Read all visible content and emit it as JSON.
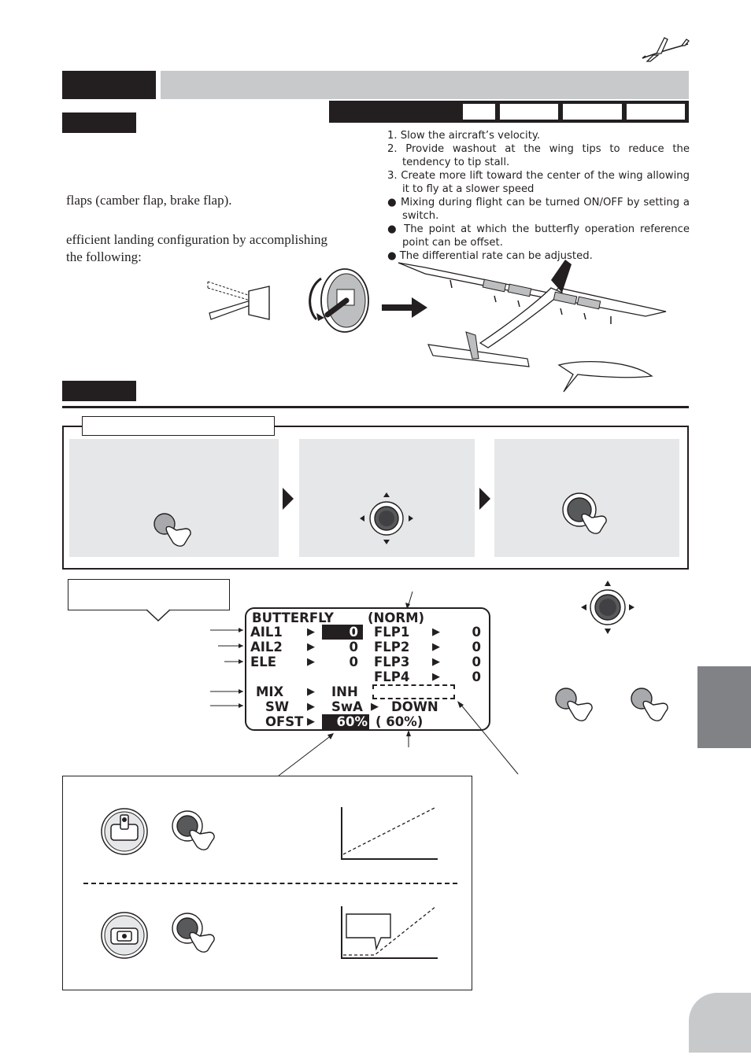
{
  "page": {
    "intro_line1": "flaps (camber flap, brake flap).",
    "intro_line2": "efficient landing configuration by accomplishing",
    "intro_line3": "the following:"
  },
  "features": [
    {
      "text": "1. Slow the aircraft’s velocity."
    },
    {
      "text": "2. Provide washout at the wing tips to reduce the tendency to tip stall."
    },
    {
      "text": "3. Create more lift toward the center of the wing allowing it to fly at a slower speed"
    },
    {
      "text": "● Mixing during flight can be turned ON/OFF by setting a switch."
    },
    {
      "text": "● The point at which the butterfly operation reference point can be offset."
    },
    {
      "text": "● The differential rate can be adjusted."
    }
  ],
  "screen": {
    "title": "BUTTERFLY",
    "condition": "(NORM)",
    "rows": [
      {
        "label": "AIL1",
        "value": "0",
        "label2": "FLP1",
        "value2": "0"
      },
      {
        "label": "AIL2",
        "value": "0",
        "label2": "FLP2",
        "value2": "0"
      },
      {
        "label": "ELE",
        "value": "0",
        "label2": "FLP3",
        "value2": "0"
      },
      {
        "label": "",
        "value": "",
        "label2": "FLP4",
        "value2": "0"
      }
    ],
    "mix_label": "MIX",
    "mix_value": "INH",
    "sw_label": "SW",
    "sw_value": "SwA",
    "sw_dir": "DOWN",
    "ofst_label": "OFST",
    "ofst_value": "60%",
    "ofst_current": "( 60%)",
    "arrow_glyph": "▶"
  },
  "colors": {
    "dark": "#231f20",
    "panel_gray": "#e6e7e8",
    "title_gray": "#c8c9ca",
    "tab_gray": "#808285"
  },
  "icons": [
    "glider-icon",
    "stick-icon",
    "switch-icon",
    "arrow-right-icon",
    "airplane-icon",
    "dial-icon",
    "press-button-icon",
    "graph-icon"
  ]
}
